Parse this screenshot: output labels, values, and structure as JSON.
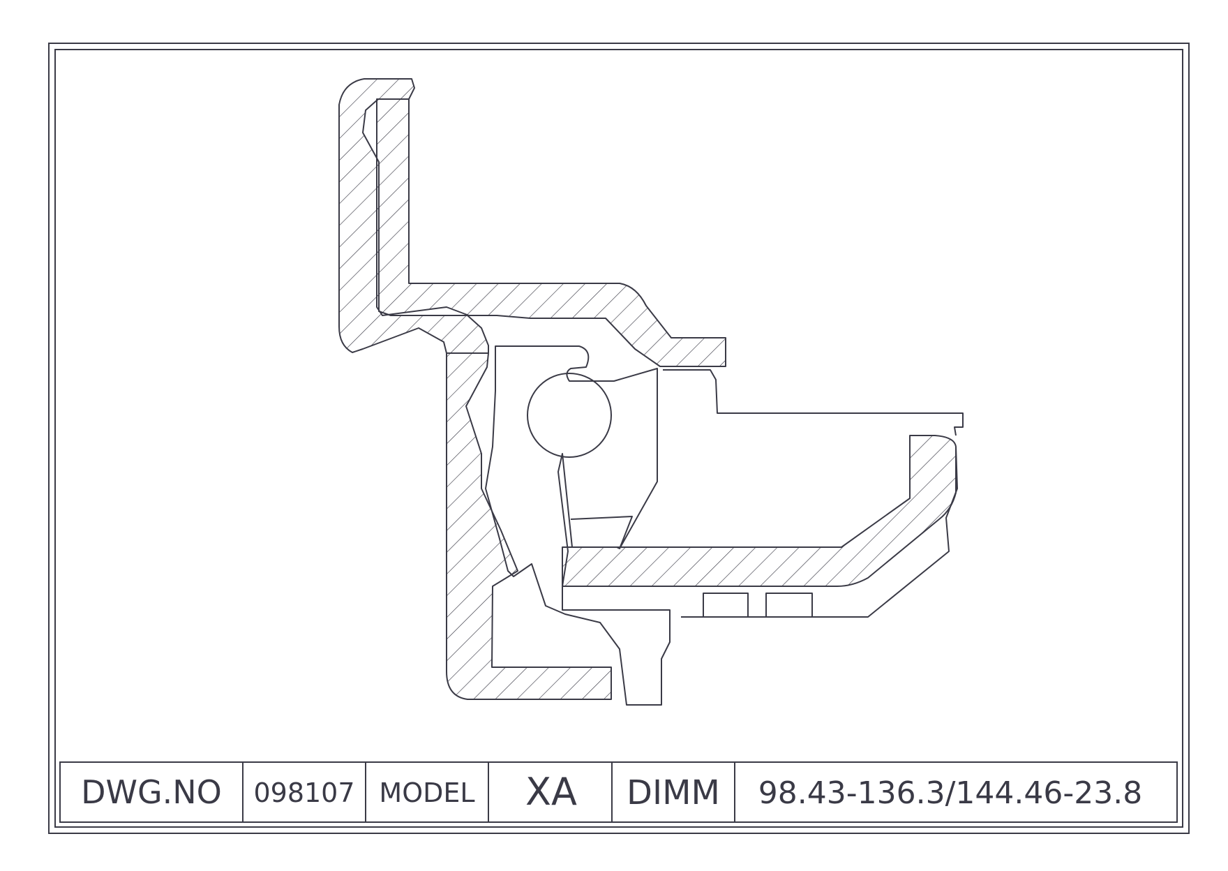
{
  "title_block": {
    "dwg_no_label": "DWG.NO",
    "dwg_no_value": "098107",
    "model_label": "MODEL",
    "model_value": "XA",
    "dimm_label": "DIMM",
    "dimm_value": "98.43-136.3/144.46-23.8"
  },
  "colors": {
    "ink": "#3a3a46",
    "paper": "#ffffff"
  }
}
